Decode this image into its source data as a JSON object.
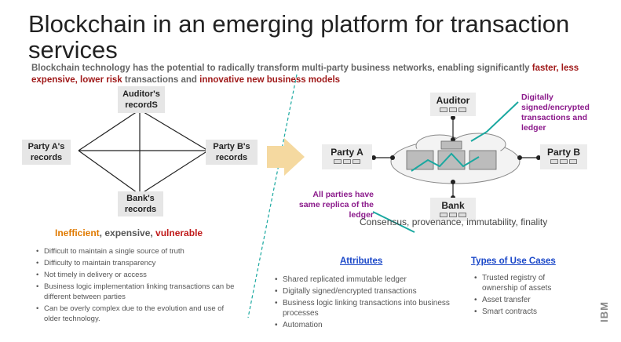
{
  "title": "Blockchain in an emerging platform for transaction services",
  "subtitle": {
    "part1": "Blockchain technology has the potential to radically transform multi-party business networks, enabling significantly ",
    "highlight1": "faster, less expensive, lower risk",
    "part2": " transactions and ",
    "highlight2": "innovative new business models"
  },
  "left_diagram": {
    "auditor": "Auditor's recordS",
    "party_a": "Party A's records",
    "party_b": "Party B's records",
    "bank": "Bank's records"
  },
  "inefficient": {
    "word1": "Inefficient",
    "sep1": ", expensive, ",
    "word3": "vulnerable"
  },
  "left_bullets": [
    "Difficult to maintain a single source of truth",
    "Difficulty to maintain transparency",
    "Not timely in delivery or access",
    "Business logic implementation linking transactions can be different between parties",
    "Can be overly complex due to the evolution and use of older technology."
  ],
  "right_diagram": {
    "auditor": "Auditor",
    "party_a": "Party A",
    "party_b": "Party B",
    "bank": "Bank",
    "callout_signed": "Digitally signed/encrypted transactions and ledger",
    "callout_replica": "All parties have same replica of the ledger",
    "consensus": "Consensus, provenance, immutability, finality"
  },
  "attributes": {
    "heading": "Attributes",
    "items": [
      "Shared replicated immutable ledger",
      "Digitally signed/encrypted transactions",
      "Business logic linking transactions into business processes",
      "Automation"
    ]
  },
  "use_cases": {
    "heading": "Types of Use Cases",
    "items": [
      "Trusted registry of ownership of assets",
      "Asset transfer",
      "Smart contracts"
    ]
  },
  "logo_text": "IBM",
  "colors": {
    "highlight_red": "#a01a1a",
    "orange": "#e07a00",
    "purple": "#8b1a8b",
    "link_blue": "#1a47c8",
    "teal": "#1aa8a0",
    "arrow": "#f5d9a0"
  },
  "icons": [
    "arrow-right-icon",
    "cloud-icon",
    "ledger-icon"
  ]
}
